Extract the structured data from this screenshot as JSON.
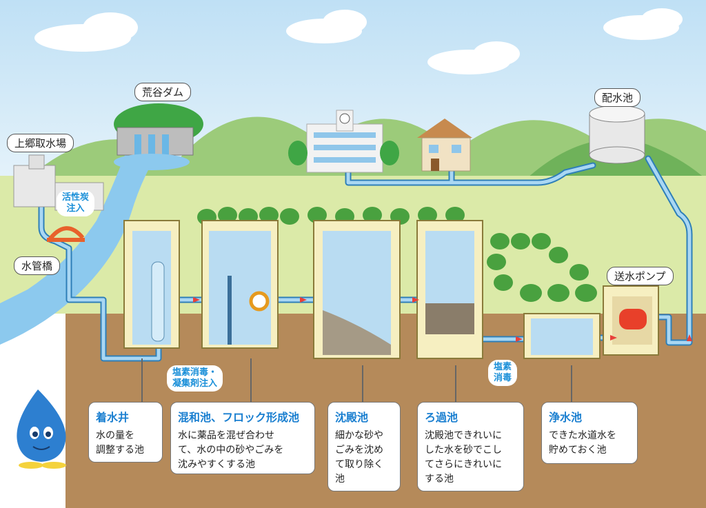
{
  "places": {
    "dam": "荒谷ダム",
    "intake": "上郷取水場",
    "bridge": "水管橋",
    "reservoir": "配水池",
    "pump": "送水ポンプ"
  },
  "injections": {
    "carbon": "活性炭\n注入",
    "coagulant": "塩素消毒・\n凝集剤注入",
    "chlorine": "塩素\n消毒"
  },
  "steps": [
    {
      "title": "着水井",
      "desc": "水の量を\n調整する池"
    },
    {
      "title": "混和池、フロック形成池",
      "desc": "水に薬品を混ぜ合わせ\nて、水の中の砂やごみを\n沈みやすくする池"
    },
    {
      "title": "沈殿池",
      "desc": "細かな砂や\nごみを沈め\nて取り除く\n池"
    },
    {
      "title": "ろ過池",
      "desc": "沈殿池できれいに\nした水を砂でこし\nてさらにきれいに\nする池"
    },
    {
      "title": "浄水池",
      "desc": "できた水道水を\n貯めておく池"
    }
  ],
  "colors": {
    "sky": "#cfe8f7",
    "hill": "#8dc26f",
    "field": "#d9e9a6",
    "ground": "#b58a5a",
    "water": "#b9dcf2",
    "pipe": "#7fbde6",
    "tank_wall": "#f6efc1",
    "arrow": "#e8403a",
    "accent_text": "#1a7fd0"
  }
}
